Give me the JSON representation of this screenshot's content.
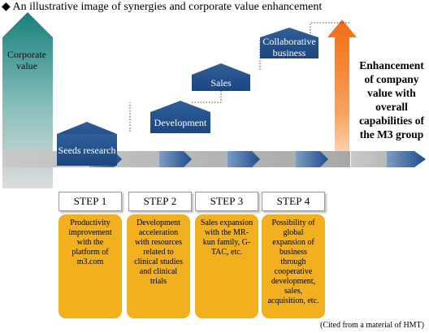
{
  "title": "◆ An illustrative image of synergies and corporate value enhancement",
  "corporate_value_label": "Corporate value",
  "stages": [
    {
      "label": "Seeds research"
    },
    {
      "label": "Development"
    },
    {
      "label": "Sales"
    },
    {
      "label": "Collaborative business"
    }
  ],
  "enhancement_text": "Enhancement of company value with overall capabilities of the M3 group",
  "steps": [
    {
      "label": "STEP 1",
      "description": "Productivity improvement with the platform of m3.com"
    },
    {
      "label": "STEP 2",
      "description": "Development acceleration with resources related to clinical studies and clinical trials"
    },
    {
      "label": "STEP 3",
      "description": "Sales expansion with the MR-kun family, G-TAC, etc."
    },
    {
      "label": "STEP 4",
      "description": "Possibility of global expansion of business through cooperative development, sales, acquisition, etc."
    }
  ],
  "citation": "(Cited from a material of HMT)",
  "colors": {
    "teal": "#1a8580",
    "navy": "#1f4e8c",
    "orange": "#f47b20",
    "yellow": "#f2b01e",
    "grey": "#b8b8b8"
  }
}
